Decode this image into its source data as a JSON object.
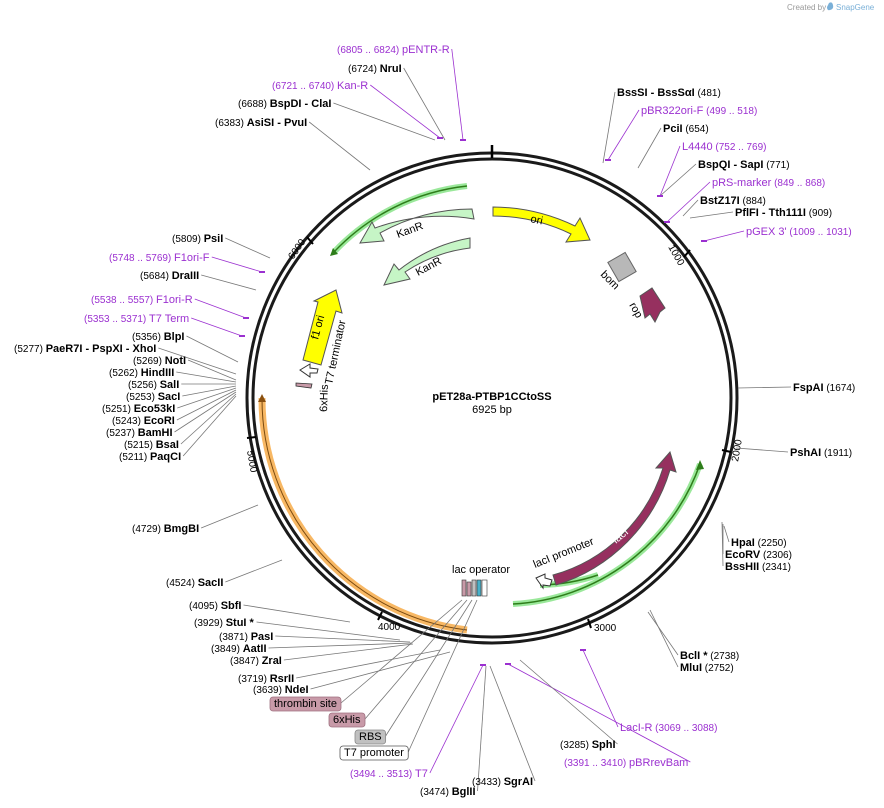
{
  "credit": {
    "created_by": "Created by",
    "app": "SnapGene"
  },
  "plasmid": {
    "name": "pET28a-PTBP1CCtoSS",
    "length_label": "6925 bp",
    "length": 6925
  },
  "colors": {
    "primer": "#9B30D0",
    "ori": "#FFFF00",
    "kanr": "#C6F5C6",
    "laci": "#96305F",
    "rop": "#96305F",
    "bom": "#B0B0B0",
    "t7term": "#FFFF00",
    "sixhis": "#C89AA8",
    "thrombin": "#C89AA8",
    "rbs": "#C0C0C0",
    "f1ori_mark_green": "#2E7D1A",
    "orange_mark": "#F5A030"
  },
  "ticks": [
    {
      "label": "1000"
    },
    {
      "label": "2000"
    },
    {
      "label": "3000"
    },
    {
      "label": "4000"
    },
    {
      "label": "5000"
    },
    {
      "label": "6000"
    }
  ],
  "features": {
    "ori": "ori",
    "kanr1": "KanR",
    "kanr2": "KanR",
    "bom": "bom",
    "rop": "rop",
    "f1ori": "f1 ori",
    "t7terminator": "T7 terminator",
    "sixhis_small": "6xHis",
    "laci": "lacI",
    "laci_promoter": "lacI promoter",
    "lac_operator": "lac operator"
  },
  "boxed_labels": [
    {
      "text": "thrombin site",
      "style": "thrombin"
    },
    {
      "text": "6xHis",
      "style": "sixhis"
    },
    {
      "text": "RBS",
      "style": "rbs"
    },
    {
      "text": "T7 promoter",
      "style": "plain"
    }
  ],
  "labels": [
    {
      "kind": "primer",
      "pos": "(6805 .. 6824)",
      "name": "pENTR-R"
    },
    {
      "kind": "enzyme",
      "pos": "(6724)",
      "name": "NruI"
    },
    {
      "kind": "primer",
      "pos": "(6721 .. 6740)",
      "name": "Kan-R"
    },
    {
      "kind": "enzyme",
      "pos": "(6688)",
      "name": "BspDI",
      "name2": "- ClaI"
    },
    {
      "kind": "enzyme",
      "pos": "(6383)",
      "name": "AsiSI",
      "name2": "- PvuI"
    },
    {
      "kind": "enzyme",
      "pos": "(5809)",
      "name": "PsiI"
    },
    {
      "kind": "primer",
      "pos": "(5748 .. 5769)",
      "name": "F1ori-F"
    },
    {
      "kind": "enzyme",
      "pos": "(5684)",
      "name": "DraIII"
    },
    {
      "kind": "primer",
      "pos": "(5538 .. 5557)",
      "name": "F1ori-R"
    },
    {
      "kind": "primer",
      "pos": "(5353 .. 5371)",
      "name": "T7 Term"
    },
    {
      "kind": "enzyme",
      "pos": "(5356)",
      "name": "BlpI"
    },
    {
      "kind": "enzyme",
      "pos": "(5277)",
      "name": "PaeR7I",
      "name2": "- PspXI",
      "name3": "- XhoI"
    },
    {
      "kind": "enzyme",
      "pos": "(5269)",
      "name": "NotI"
    },
    {
      "kind": "enzyme",
      "pos": "(5262)",
      "name": "HindIII"
    },
    {
      "kind": "enzyme",
      "pos": "(5256)",
      "name": "SalI"
    },
    {
      "kind": "enzyme",
      "pos": "(5253)",
      "name": "SacI"
    },
    {
      "kind": "enzyme",
      "pos": "(5251)",
      "name": "Eco53kI"
    },
    {
      "kind": "enzyme",
      "pos": "(5243)",
      "name": "EcoRI"
    },
    {
      "kind": "enzyme",
      "pos": "(5237)",
      "name": "BamHI"
    },
    {
      "kind": "enzyme",
      "pos": "(5215)",
      "name": "BsaI"
    },
    {
      "kind": "enzyme",
      "pos": "(5211)",
      "name": "PaqCI"
    },
    {
      "kind": "enzyme",
      "pos": "(4729)",
      "name": "BmgBI"
    },
    {
      "kind": "enzyme",
      "pos": "(4524)",
      "name": "SacII"
    },
    {
      "kind": "enzyme",
      "pos": "(4095)",
      "name": "SbfI"
    },
    {
      "kind": "enzyme",
      "pos": "(3929)",
      "name": "StuI *"
    },
    {
      "kind": "enzyme",
      "pos": "(3871)",
      "name": "PasI"
    },
    {
      "kind": "enzyme",
      "pos": "(3849)",
      "name": "AatII"
    },
    {
      "kind": "enzyme",
      "pos": "(3847)",
      "name": "ZraI"
    },
    {
      "kind": "enzyme",
      "pos": "(3719)",
      "name": "RsrII"
    },
    {
      "kind": "enzyme",
      "pos": "(3639)",
      "name": "NdeI"
    },
    {
      "kind": "primer",
      "pos": "(3494 .. 3513)",
      "name": "T7"
    },
    {
      "kind": "enzyme",
      "pos": "(3474)",
      "name": "BglII"
    },
    {
      "kind": "enzyme",
      "pos": "(3433)",
      "name": "SgrAI"
    },
    {
      "kind": "primer",
      "pos": "(3391 .. 3410)",
      "name": "pBRrevBam"
    },
    {
      "kind": "enzyme",
      "pos": "(3285)",
      "name": "SphI"
    },
    {
      "kind": "primer",
      "pos": "(3069 .. 3088)",
      "name": "LacI-R"
    },
    {
      "kind": "enzyme",
      "pos": "(2752)",
      "name": "MluI"
    },
    {
      "kind": "enzyme",
      "pos": "(2738)",
      "name": "BclI *"
    },
    {
      "kind": "enzyme",
      "pos": "(2341)",
      "name": "BssHII"
    },
    {
      "kind": "enzyme",
      "pos": "(2306)",
      "name": "EcoRV"
    },
    {
      "kind": "enzyme",
      "pos": "(2250)",
      "name": "HpaI"
    },
    {
      "kind": "enzyme",
      "pos": "(1911)",
      "name": "PshAI"
    },
    {
      "kind": "enzyme",
      "pos": "(1674)",
      "name": "FspAI"
    },
    {
      "kind": "primer",
      "pos": "(1009 .. 1031)",
      "name": "pGEX 3'"
    },
    {
      "kind": "enzyme",
      "pos": "(909)",
      "name": "PflFI",
      "name2": "- Tth111I"
    },
    {
      "kind": "enzyme",
      "pos": "(884)",
      "name": "BstZ17I"
    },
    {
      "kind": "primer",
      "pos": "(849 .. 868)",
      "name": "pRS-marker"
    },
    {
      "kind": "enzyme",
      "pos": "(771)",
      "name": "BspQI",
      "name2": "- SapI"
    },
    {
      "kind": "primer",
      "pos": "(752 .. 769)",
      "name": "L4440"
    },
    {
      "kind": "enzyme",
      "pos": "(654)",
      "name": "PciI"
    },
    {
      "kind": "primer",
      "pos": "(499 .. 518)",
      "name": "pBR322ori-F"
    },
    {
      "kind": "enzyme",
      "pos": "(481)",
      "name": "BssSI",
      "name2": "- BssSαI"
    }
  ]
}
